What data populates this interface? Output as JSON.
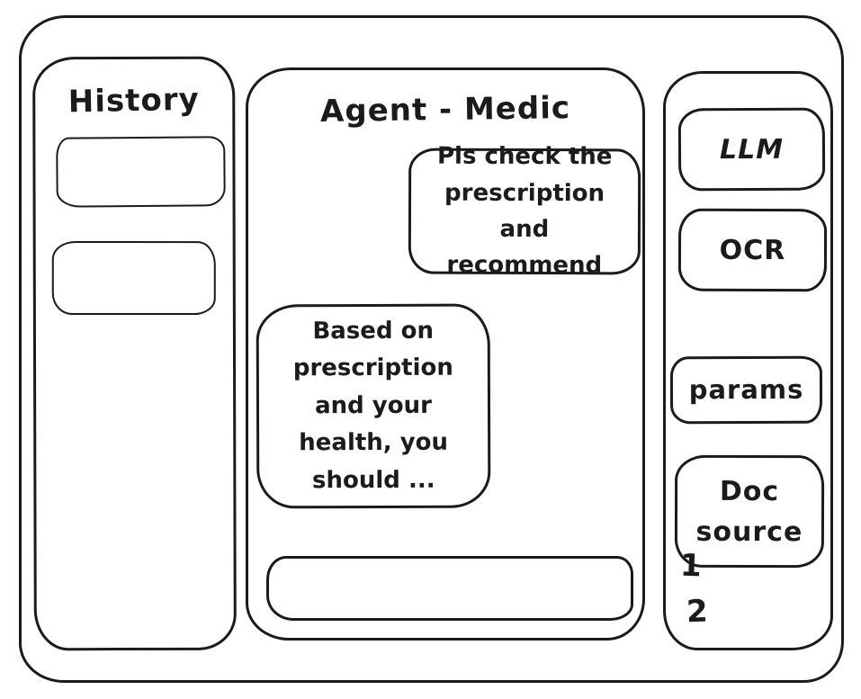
{
  "history_panel": {
    "title": "History",
    "items": [
      "",
      ""
    ]
  },
  "chat_panel": {
    "title": "Agent - Medic",
    "messages": [
      {
        "role": "user",
        "text": "Pls check the prescription and recommend"
      },
      {
        "role": "agent",
        "text": "Based on prescription and your health, you should ..."
      }
    ],
    "input_value": ""
  },
  "tools_panel": {
    "buttons": [
      {
        "label": "LLM"
      },
      {
        "label": "OCR"
      },
      {
        "label": "params"
      },
      {
        "label": "Doc source"
      }
    ],
    "doc_items": [
      "1",
      "2"
    ]
  },
  "colors": {
    "stroke": "#1b1b1b",
    "background": "#ffffff"
  }
}
